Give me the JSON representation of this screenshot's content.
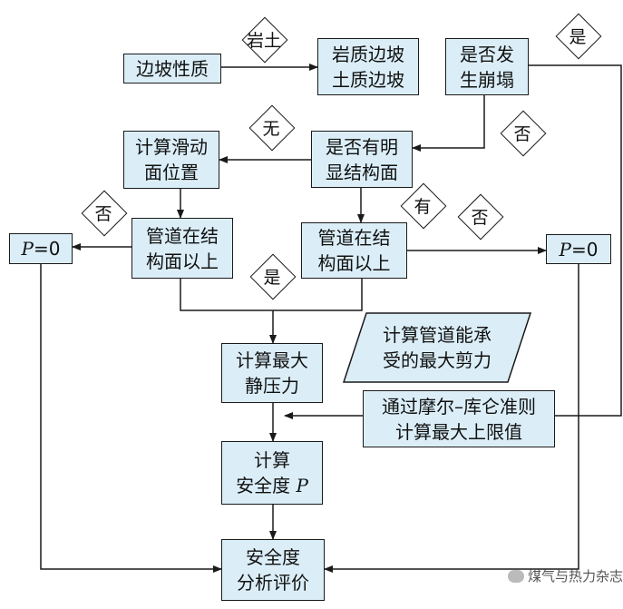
{
  "nodes": {
    "slope": "边坡性质",
    "rock_soil": "岩质边坡\n土质边坡",
    "collapse": "是否发\n生崩塌",
    "structure": "是否有明\n显结构面",
    "slide_pos": "计算滑动\n面位置",
    "pipe_left": "管道在结\n构面以上",
    "pipe_right": "管道在结\n构面以上",
    "p0_left_var": "P",
    "p0_left_val": "=0",
    "p0_right_var": "P",
    "p0_right_val": "=0",
    "max_static": "计算最大\n静压力",
    "max_shear": "计算管道能承\n受的最大剪力",
    "mohr": "通过摩尔–库仑准则\n计算最大上限值",
    "safety_calc": "计算\n安全度 ",
    "safety_var": "P",
    "safety_eval": "安全度\n分析评价"
  },
  "labels": {
    "rock_soil": "岩土",
    "yes_top": "是",
    "no_collapse": "否",
    "none": "无",
    "no_left": "否",
    "has": "有",
    "no_right": "否",
    "yes_mid": "是"
  },
  "watermark": "煤气与热力杂志"
}
